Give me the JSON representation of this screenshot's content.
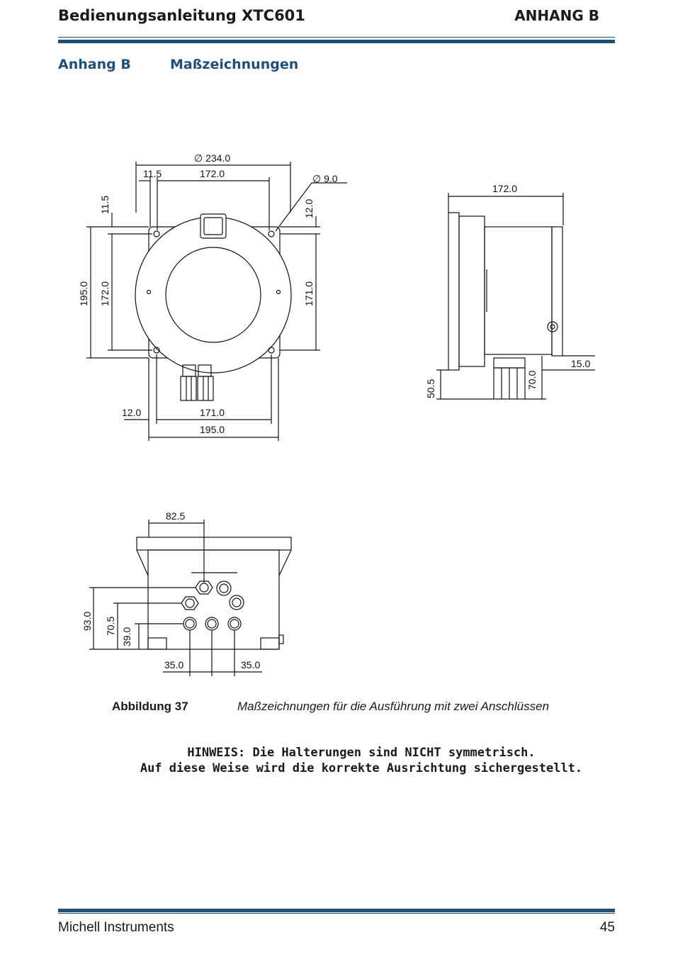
{
  "header": {
    "title": "Bedienungsanleitung XTC601",
    "section": "ANHANG B"
  },
  "section": {
    "label": "Anhang B",
    "title": "Maßzeichnungen"
  },
  "front_view": {
    "dim_diameter": "∅ 234.0",
    "dim_top_offset": "11.5",
    "dim_top_width": "172.0",
    "dim_hole": "∅  9.0",
    "dim_left_top": "11.5",
    "dim_right_top": "12.0",
    "dim_height_outer": "195.0",
    "dim_height_inner": "172.0",
    "dim_height_right": "171.0",
    "dim_bottom_offset": "12.0",
    "dim_bottom_inner": "171.0",
    "dim_bottom_outer": "195.0"
  },
  "side_view": {
    "dim_depth": "172.0",
    "dim_bracket": "15.0",
    "dim_gland_height": "50.5",
    "dim_gland_offset": "70.0"
  },
  "bottom_view": {
    "dim_top": "82.5",
    "dim_h1": "93.0",
    "dim_h2": "70.5",
    "dim_h3": "39.0",
    "dim_pitch_left": "35.0",
    "dim_pitch_right": "35.0"
  },
  "figure": {
    "label": "Abbildung 37",
    "caption": "Maßzeichnungen für die Ausführung mit zwei Anschlüssen"
  },
  "note": {
    "line1": "HINWEIS: Die Halterungen sind NICHT symmetrisch.",
    "line2": "Auf diese Weise wird die korrekte Ausrichtung sichergestellt."
  },
  "footer": {
    "company": "Michell Instruments",
    "page": "45"
  }
}
